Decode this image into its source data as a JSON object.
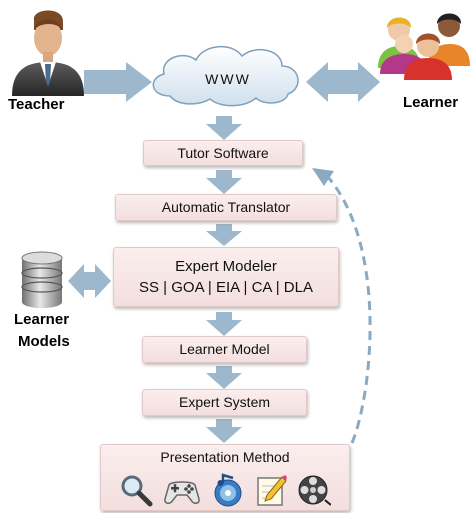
{
  "actors": {
    "teacher": "Teacher",
    "learner": "Learner"
  },
  "cloud_label": "WWW",
  "pipeline": {
    "tutor_software": "Tutor Software",
    "automatic_translator": "Automatic Translator",
    "expert_modeler": "Expert Modeler",
    "expert_modeler_components": "SS | GOA | EIA | CA | DLA",
    "learner_model": "Learner Model",
    "expert_system": "Expert System",
    "presentation_method": "Presentation Method"
  },
  "database_label_line1": "Learner",
  "database_label_line2": "Models",
  "presentation_icons": [
    "magnifier-icon",
    "gamepad-icon",
    "music-disc-icon",
    "pencil-note-icon",
    "film-reel-icon"
  ],
  "colors": {
    "arrow": "#9db8cc",
    "box_fill": "#f6e4e4",
    "dashed": "#8aa9c2"
  }
}
